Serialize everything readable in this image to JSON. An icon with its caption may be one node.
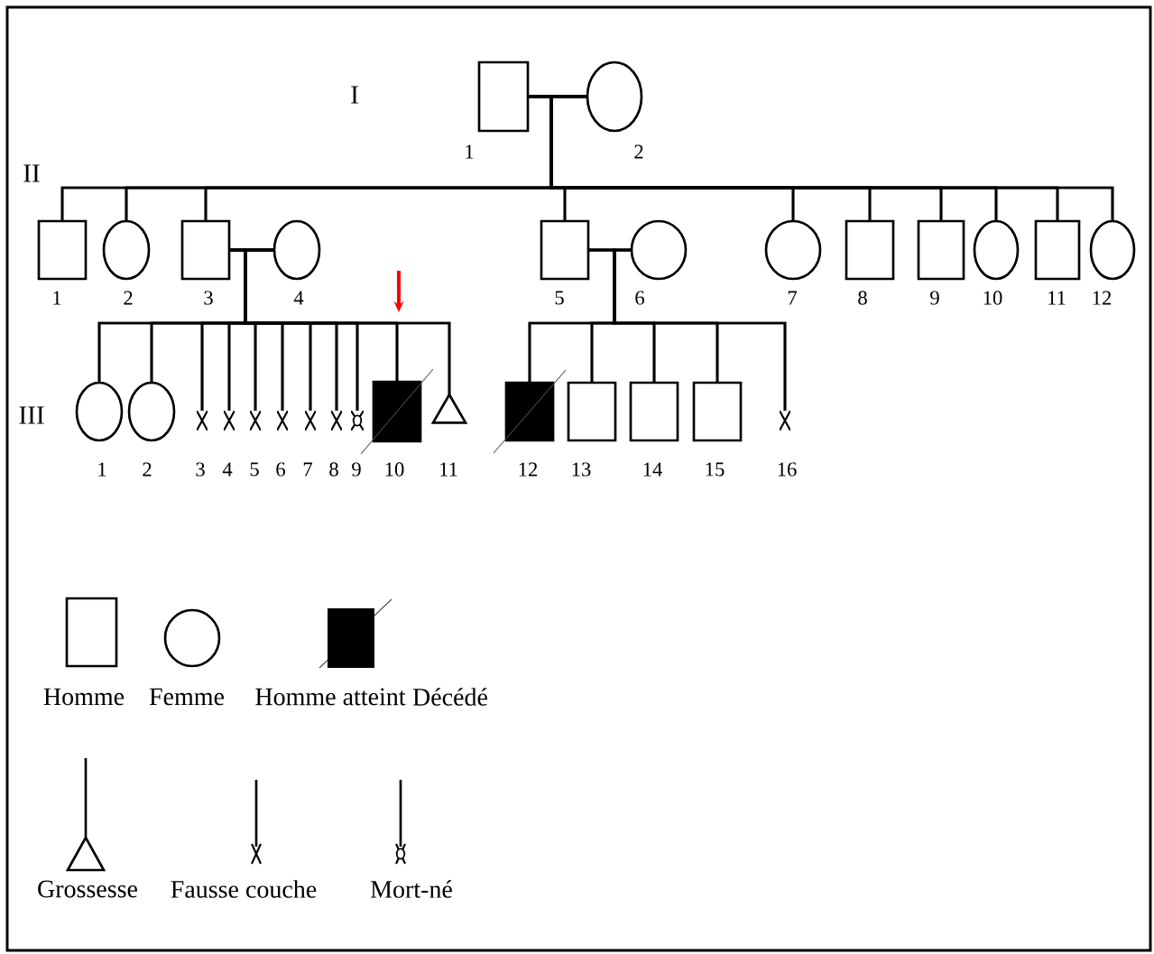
{
  "diagram": {
    "nodes": [
      {
        "text": [],
        "shape": "box",
        "beside": [
          "1"
        ]
      },
      {
        "text": [],
        "shape": "circle",
        "beside": [
          "2"
        ]
      },
      {
        "text": [],
        "shape": "box",
        "beside": [
          "1"
        ]
      },
      {
        "text": [],
        "shape": "circle",
        "beside": [
          "2"
        ]
      },
      {
        "text": [],
        "shape": "box",
        "beside": [
          "3"
        ]
      },
      {
        "text": [],
        "shape": "circle",
        "beside": [
          "4"
        ]
      },
      {
        "text": [],
        "shape": "box",
        "beside": [
          "5"
        ]
      },
      {
        "text": [],
        "shape": "circle",
        "beside": [
          "6"
        ]
      },
      {
        "text": [],
        "shape": "circle",
        "beside": [
          "7"
        ]
      },
      {
        "text": [],
        "shape": "box",
        "beside": [
          "8"
        ]
      },
      {
        "text": [],
        "shape": "box",
        "beside": [
          "9"
        ]
      },
      {
        "text": [],
        "shape": "circle",
        "beside": [
          "10"
        ]
      },
      {
        "text": [],
        "shape": "box",
        "beside": [
          "11"
        ]
      },
      {
        "text": [],
        "shape": "circle",
        "beside": [
          "12"
        ]
      },
      {
        "text": [],
        "shape": "circle",
        "beside": [
          "1"
        ]
      },
      {
        "text": [],
        "shape": "circle",
        "beside": [
          "2"
        ]
      },
      {
        "text": [],
        "shape": "cross",
        "beside": [
          "3"
        ]
      },
      {
        "text": [],
        "shape": "cross",
        "beside": [
          "4"
        ]
      },
      {
        "text": [],
        "shape": "cross",
        "beside": [
          "5"
        ]
      },
      {
        "text": [],
        "shape": "cross",
        "beside": [
          "6"
        ]
      },
      {
        "text": [],
        "shape": "cross",
        "beside": [
          "7"
        ]
      },
      {
        "text": [],
        "shape": "cross",
        "beside": [
          "8"
        ]
      },
      {
        "text": [],
        "shape": "ring",
        "beside": [
          "9"
        ]
      },
      {
        "text": [],
        "shape": "box",
        "beside": [
          "10"
        ]
      },
      {
        "text": [],
        "shape": "triangle",
        "beside": [
          "11"
        ]
      },
      {
        "text": [],
        "shape": "box",
        "beside": [
          "12"
        ]
      },
      {
        "text": [],
        "shape": "box",
        "beside": [
          "13"
        ]
      },
      {
        "text": [],
        "shape": "box",
        "beside": [
          "14"
        ]
      },
      {
        "text": [],
        "shape": "box",
        "beside": [
          "15"
        ]
      },
      {
        "text": [],
        "shape": "cross",
        "beside": [
          "16"
        ]
      }
    ],
    "edges": [
      {
        "from": 0,
        "to": 1,
        "arrow": "none"
      },
      {
        "from": 4,
        "to": 5,
        "arrow": "none"
      },
      {
        "from": 6,
        "to": 7,
        "arrow": "none"
      },
      {
        "from": 0,
        "to": 2,
        "arrow": "none"
      },
      {
        "from": 0,
        "to": 3,
        "arrow": "none"
      },
      {
        "from": 0,
        "to": 4,
        "arrow": "none"
      },
      {
        "from": 0,
        "to": 6,
        "arrow": "none"
      },
      {
        "from": 0,
        "to": 8,
        "arrow": "none"
      },
      {
        "from": 0,
        "to": 9,
        "arrow": "none"
      },
      {
        "from": 0,
        "to": 10,
        "arrow": "none"
      },
      {
        "from": 0,
        "to": 11,
        "arrow": "none"
      },
      {
        "from": 0,
        "to": 12,
        "arrow": "none"
      },
      {
        "from": 0,
        "to": 13,
        "arrow": "none"
      },
      {
        "from": 1,
        "to": 2,
        "arrow": "none"
      },
      {
        "from": 1,
        "to": 3,
        "arrow": "none"
      },
      {
        "from": 1,
        "to": 4,
        "arrow": "none"
      },
      {
        "from": 1,
        "to": 6,
        "arrow": "none"
      },
      {
        "from": 1,
        "to": 8,
        "arrow": "none"
      },
      {
        "from": 1,
        "to": 9,
        "arrow": "none"
      },
      {
        "from": 1,
        "to": 10,
        "arrow": "none"
      },
      {
        "from": 1,
        "to": 11,
        "arrow": "none"
      },
      {
        "from": 1,
        "to": 12,
        "arrow": "none"
      },
      {
        "from": 1,
        "to": 13,
        "arrow": "none"
      },
      {
        "from": 4,
        "to": 14,
        "arrow": "none"
      },
      {
        "from": 4,
        "to": 15,
        "arrow": "none"
      },
      {
        "from": 4,
        "to": 16,
        "arrow": "none"
      },
      {
        "from": 4,
        "to": 17,
        "arrow": "none"
      },
      {
        "from": 4,
        "to": 18,
        "arrow": "none"
      },
      {
        "from": 4,
        "to": 19,
        "arrow": "none"
      },
      {
        "from": 4,
        "to": 20,
        "arrow": "none"
      },
      {
        "from": 4,
        "to": 21,
        "arrow": "none"
      },
      {
        "from": 4,
        "to": 22,
        "arrow": "none"
      },
      {
        "from": 4,
        "to": 23,
        "arrow": "none"
      },
      {
        "from": 4,
        "to": 24,
        "arrow": "none"
      },
      {
        "from": 5,
        "to": 14,
        "arrow": "none"
      },
      {
        "from": 5,
        "to": 15,
        "arrow": "none"
      },
      {
        "from": 5,
        "to": 16,
        "arrow": "none"
      },
      {
        "from": 5,
        "to": 17,
        "arrow": "none"
      },
      {
        "from": 5,
        "to": 18,
        "arrow": "none"
      },
      {
        "from": 5,
        "to": 19,
        "arrow": "none"
      },
      {
        "from": 5,
        "to": 20,
        "arrow": "none"
      },
      {
        "from": 5,
        "to": 21,
        "arrow": "none"
      },
      {
        "from": 5,
        "to": 22,
        "arrow": "none"
      },
      {
        "from": 5,
        "to": 23,
        "arrow": "none"
      },
      {
        "from": 5,
        "to": 24,
        "arrow": "none"
      },
      {
        "from": 6,
        "to": 25,
        "arrow": "none"
      },
      {
        "from": 6,
        "to": 26,
        "arrow": "none"
      },
      {
        "from": 6,
        "to": 27,
        "arrow": "none"
      },
      {
        "from": 6,
        "to": 28,
        "arrow": "none"
      },
      {
        "from": 6,
        "to": 29,
        "arrow": "none"
      },
      {
        "from": 7,
        "to": 25,
        "arrow": "none"
      },
      {
        "from": 7,
        "to": 26,
        "arrow": "none"
      },
      {
        "from": 7,
        "to": 27,
        "arrow": "none"
      },
      {
        "from": 7,
        "to": 28,
        "arrow": "none"
      },
      {
        "from": 7,
        "to": 29,
        "arrow": "none"
      }
    ],
    "labels": [
      "I",
      "II",
      "III"
    ],
    "legend": [
      {
        "text": "Homme"
      },
      {
        "text": "Femme"
      },
      {
        "text": "Homme atteint"
      },
      {
        "text": "Décédé"
      },
      {
        "text": "Grossesse"
      },
      {
        "text": "Fausse couche"
      },
      {
        "text": "Mort-né"
      }
    ]
  }
}
